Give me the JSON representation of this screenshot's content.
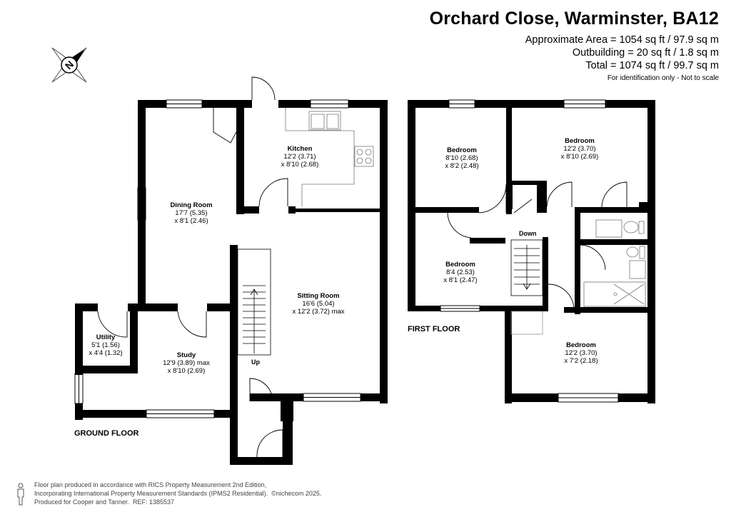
{
  "header": {
    "title": "Orchard Close, Warminster, BA12",
    "approx_area": "Approximate Area = 1054 sq ft / 97.9 sq m",
    "outbuilding": "Outbuilding = 20 sq ft / 1.8 sq m",
    "total": "Total = 1074 sq ft / 99.7 sq m",
    "note": "For identification only - Not to scale"
  },
  "compass": {
    "label": "N",
    "icon": "compass-north-icon"
  },
  "ground_floor": {
    "label": "GROUND FLOOR",
    "rooms": [
      {
        "name": "Kitchen",
        "l1": "12'2 (3.71)",
        "l2": "x 8'10 (2.68)"
      },
      {
        "name": "Dining Room",
        "l1": "17'7 (5.35)",
        "l2": "x 8'1 (2.46)"
      },
      {
        "name": "Sitting Room",
        "l1": "16'6 (5.04)",
        "l2": "x 12'2 (3.72) max"
      },
      {
        "name": "Utility",
        "l1": "5'1 (1.56)",
        "l2": "x 4'4 (1.32)"
      },
      {
        "name": "Study",
        "l1": "12'9 (3.89) max",
        "l2": "x 8'10 (2.69)"
      }
    ],
    "stairs_label": "Up"
  },
  "first_floor": {
    "label": "FIRST FLOOR",
    "rooms": [
      {
        "name": "Bedroom",
        "l1": "8'10 (2.68)",
        "l2": "x 8'2 (2.48)"
      },
      {
        "name": "Bedroom",
        "l1": "12'2 (3.70)",
        "l2": "x 8'10 (2.69)"
      },
      {
        "name": "Bedroom",
        "l1": "8'4 (2.53)",
        "l2": "x 8'1 (2.47)"
      },
      {
        "name": "Bedroom",
        "l1": "12'2 (3.70)",
        "l2": "x 7'2 (2.18)"
      }
    ],
    "stairs_label": "Down"
  },
  "footer": {
    "line1": "Floor plan produced in accordance with RICS Property Measurement 2nd Edition,",
    "line2": "Incorporating International Property Measurement Standards (IPMS2 Residential).",
    "copyright": "©nichecom 2025.",
    "line3": "Produced for Cooper and Tanner.",
    "ref": "REF: 1385537"
  }
}
